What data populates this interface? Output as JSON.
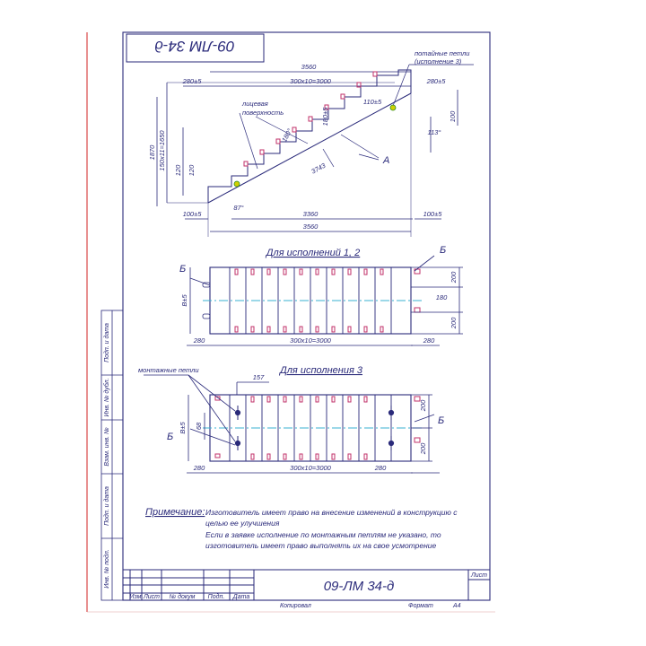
{
  "title_block_rotated": "09-ЛМ 34-д",
  "side_stamp": [
    "Инв. № подл.",
    "Подп. и дата",
    "Взам. инв. №",
    "Инв. № дубл.",
    "Подп. и дата"
  ],
  "elevation": {
    "dims": {
      "overall_top": "3560",
      "overall_bottom": "3560",
      "inner_bottom": "3360",
      "left_landing": "280±5",
      "right_landing": "280±5",
      "steps": "300x10=3000",
      "step_width": "110±5",
      "step_height": "180±5",
      "total_height": "1870",
      "rise_total": "150x11=1650",
      "bottom_h1": "120",
      "bottom_h2": "120",
      "right_h": "100",
      "left_foot": "100±5",
      "right_foot": "100±5",
      "diag_angle": "180°",
      "diag_len": "3743",
      "angle_bottom": "87°",
      "angle_top": "113°"
    },
    "labels": {
      "face": [
        "лицевая",
        "поверхность"
      ],
      "loops_note": [
        "потайные петли",
        "(исполнение 3)"
      ],
      "A": "А"
    }
  },
  "plan12": {
    "title": "Для исполнений 1, 2",
    "B_left": "Б",
    "B_right": "Б",
    "width": "В±5",
    "dims": {
      "left": "280",
      "mid": "300x10=3000",
      "right": "280",
      "r1": "200",
      "r2": "180",
      "r3": "200"
    }
  },
  "plan3": {
    "title": "Для исполнения 3",
    "loops_label": "монтажные петли",
    "B_left": "Б",
    "B_right": "Б",
    "width": "В±5",
    "h68": "68",
    "d157": "157",
    "dims": {
      "left": "280",
      "mid": "300x10=3000",
      "right": "280",
      "r1": "200",
      "r2": "200"
    }
  },
  "note": {
    "title": "Примечание:",
    "lines": [
      "Изготовитель имеет право на внесение изменений в конструкцию с",
      "целью ее улучшения",
      "Если в заявке исполнение по монтажным петлям не указано, то",
      "изготовитель имеет право выполнять их на свое усмотрение"
    ]
  },
  "stamp": {
    "code": "09-ЛМ 34-д",
    "sheet": "Лист",
    "cols": [
      "Изм",
      "Лист",
      "№ докум",
      "Подп.",
      "Дата"
    ],
    "copied": "Копировал",
    "format": "Формат",
    "format_value": "А4"
  }
}
